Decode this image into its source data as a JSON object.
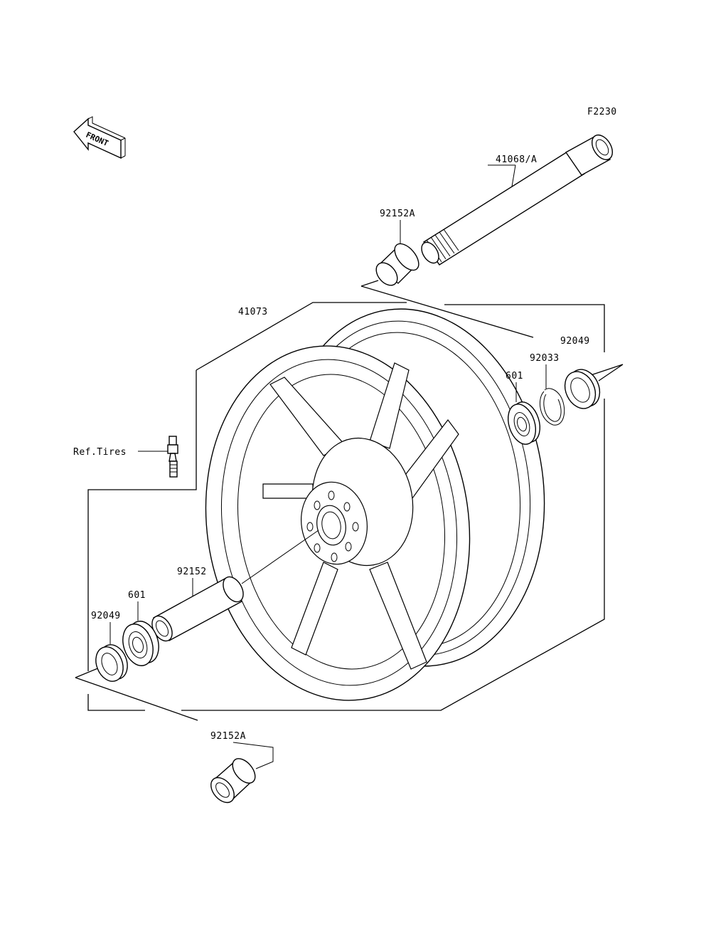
{
  "figure_code": "F2230",
  "front_arrow_text": "FRONT",
  "labels": {
    "axle": "41068/A",
    "collar_top": "92152A",
    "wheel": "41073",
    "seal_right": "92049",
    "circlip": "92033",
    "bearing_right": "601",
    "ref_tires": "Ref.Tires",
    "spacer": "92152",
    "bearing_left": "601",
    "seal_left": "92049",
    "collar_bottom": "92152A"
  },
  "icons": {
    "front_arrow": "front-arrow-icon",
    "valve": "tire-valve-icon"
  }
}
